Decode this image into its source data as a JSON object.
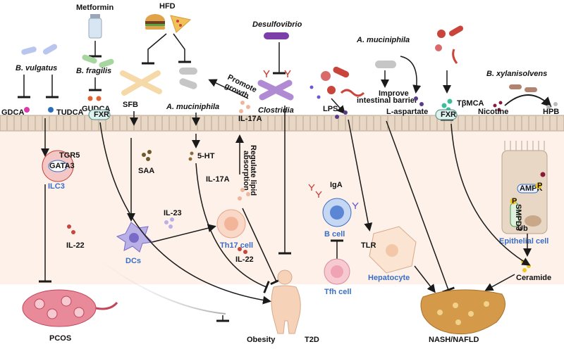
{
  "top": {
    "b_vulgatus": "B. vulgatus",
    "metformin": "Metformin",
    "b_fragilis": "B. fragilis",
    "hfd": "HFD",
    "desulfovibrio": "Desulfovibrio",
    "a_muciniphila_right": "A. muciniphila",
    "b_xylanisolvens": "B. xylanisolvens",
    "promote_growth": [
      "Promote",
      "growth"
    ],
    "improve_barrier": [
      "Improve",
      "intestinal barrier"
    ]
  },
  "lumen": {
    "gdca": "GDCA",
    "tudca": "TUDCA",
    "gudca": "GUDCA",
    "sfb": "SFB",
    "a_muciniphila_mid": "A. muciniphila",
    "clostridia": "Clostridia",
    "il17a_top": "IL-17A",
    "lps": "LPS",
    "l_aspartate": "L-aspartate",
    "tbmca": "TβMCA",
    "nicotine": "Nicotine",
    "hpb": "HPB",
    "fxr_left": "FXR",
    "fxr_right": "FXR"
  },
  "lamina": {
    "tgr5": "TGR5",
    "gata3": "GATA3",
    "ilc3": "ILC3",
    "il22_left": "IL-22",
    "saa": "SAA",
    "ht5": "5-HT",
    "il17a_mid": "IL-17A",
    "regulate_lipid": [
      "Regulate lipid",
      "absorption"
    ],
    "il23": "IL-23",
    "dcs": "DCs",
    "th17": "Th17 cell",
    "il22_mid": "IL-22",
    "iga": "IgA",
    "b_cell": "B cell",
    "tfh_cell": "Tfh cell",
    "tlr": "TLR",
    "hepatocyte": "Hepatocyte",
    "ampk": "AMPK",
    "p": "P",
    "smpd3": "SMPD3",
    "ub": "Ub",
    "epithelial_cell": "Epithelial cell",
    "ceramide": "Ceramide"
  },
  "outcomes": {
    "pcos": "PCOS",
    "obesity": "Obesity",
    "t2d": "T2D",
    "nash": "NASH/NAFLD"
  },
  "colors": {
    "epithelium": "#e7d7c4",
    "lamina_bg": "#fdf1ea",
    "blue_label": "#3b6ec2",
    "liver": "#c98a3a",
    "pcos": "#c2455a"
  }
}
